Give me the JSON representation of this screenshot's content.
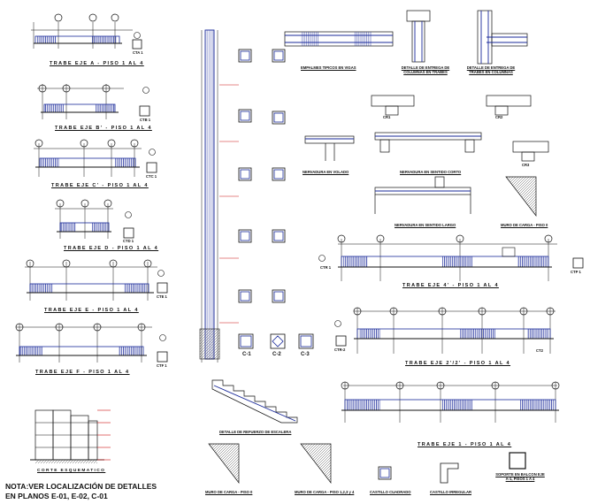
{
  "beams": {
    "eje_a": "TRABE EJE A - PISO 1 AL 4",
    "eje_b": "TRABE EJE B' - PISO 1 AL 4",
    "eje_c": "TRABE EJE C' - PISO 1 AL 4",
    "eje_d": "TRABE EJE D - PISO 1 AL 4",
    "eje_e": "TRABE EJE E - PISO 1 AL 4",
    "eje_f": "TRABE EJE F - PISO 1 AL 4",
    "eje_4": "TRABE EJE 4' - PISO 1 AL 4",
    "eje_2": "TRABE EJE 2'/2' - PISO 1 AL 4",
    "eje_1": "TRABE EJE 1 - PISO 1 AL 4"
  },
  "sections": {
    "cta1": "CTA 1",
    "ctb1": "CTB 1",
    "ctc1": "CTC 1",
    "ctd1": "CTD 1",
    "cte1": "CTE 1",
    "ctf1": "CTF 1",
    "ctp1": "CTP 1",
    "ctr1": "CTR 1",
    "ctr2": "CTR-2",
    "ct2": "CT2",
    "cr1": "CR1",
    "cr2": "CR2",
    "cr3": "CR3"
  },
  "columns": {
    "c1": "C-1",
    "c2": "C-2",
    "c3": "C-3"
  },
  "details": {
    "empalmes": "EMPALMES TIPICOS EN VIGAS",
    "entrega_columnas": "DETALLE DE ENTREGA DE COLUMNAS EN TRABES",
    "entrega_trabes": "DETALLE DE ENTREGA DE TRABES EN COLUMNAS",
    "volado": "NERVADURA EN VOLADO",
    "sentido_corto": "NERVADURA EN SENTIDO CORTO",
    "sentido_largo": "NERVADURA EN SENTIDO LARGO",
    "muro_carga_p0": "MURO DE CARGA - PISO 0",
    "escalera": "DETALLE DE REFUERZO DE ESCALERA",
    "muro_carga_p0b": "MURO DE CARGA - PISO 0",
    "muro_carga_p123": "MURO DE CARGA - PISO 1,2,3 y 4",
    "castillo_cuadrado": "CASTILLO CUADRADO",
    "castillo_irregular": "CASTILLO IRREGULAR",
    "soporte_balcon": "SOPORTE EN BALCON EJE A-1, PISOS 1 A 4",
    "corte": "CORTE ESQUEMATICO"
  },
  "note": {
    "line1": "NOTA:VER LOCALIZACIÓN DE DETALLES",
    "line2": "EN PLANOS E-01, E-02, C-01"
  },
  "colors": {
    "line": "#111111",
    "rebar": "#1a2a9a",
    "dim_red": "#cc1111",
    "note_green": "#118811"
  }
}
